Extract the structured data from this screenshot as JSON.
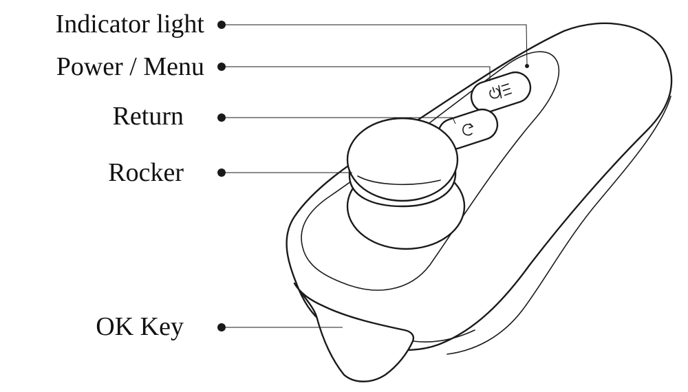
{
  "labels": {
    "indicator_light": "Indicator light",
    "power_menu": "Power / Menu",
    "return": "Return",
    "rocker": "Rocker",
    "ok_key": "OK Key"
  },
  "colors": {
    "line": "#1a1a1a",
    "background": "#ffffff"
  },
  "icons": {
    "power_menu_button": "power-menu-glyph",
    "return_button": "return-arrow-glyph"
  }
}
